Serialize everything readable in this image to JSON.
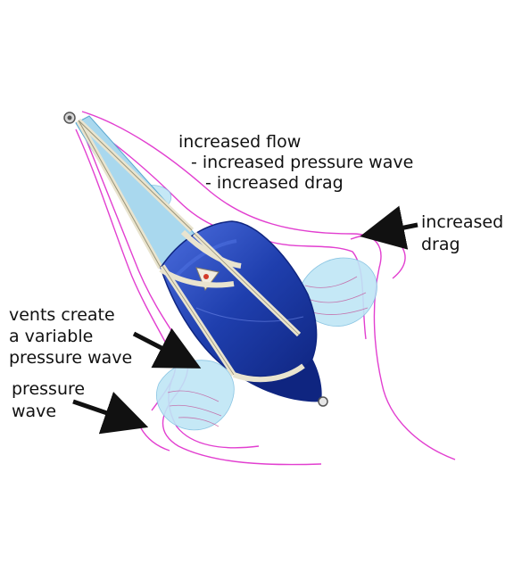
{
  "labels": {
    "increased_flow": "increased flow",
    "increased_pressure_wave": "- increased pressure wave",
    "increased_drag_item": "- increased drag",
    "increased_drag_right_line1": "increased",
    "increased_drag_right_line2": "drag",
    "vents_line1": "vents create",
    "vents_line2": "a variable",
    "vents_line3": "pressure wave",
    "pressure_wave_line1": "pressure",
    "pressure_wave_line2": "wave"
  },
  "colors": {
    "flow_lines": "#e23fd0",
    "anchor_body": "#1f3fae",
    "anchor_body_dark": "#0f2580",
    "anchor_highlight": "#4d6fe0",
    "cone": "#a9d8ee",
    "straps": "#e9e4cf",
    "turbulence": "#bfe6f6",
    "arrows": "#111111"
  }
}
